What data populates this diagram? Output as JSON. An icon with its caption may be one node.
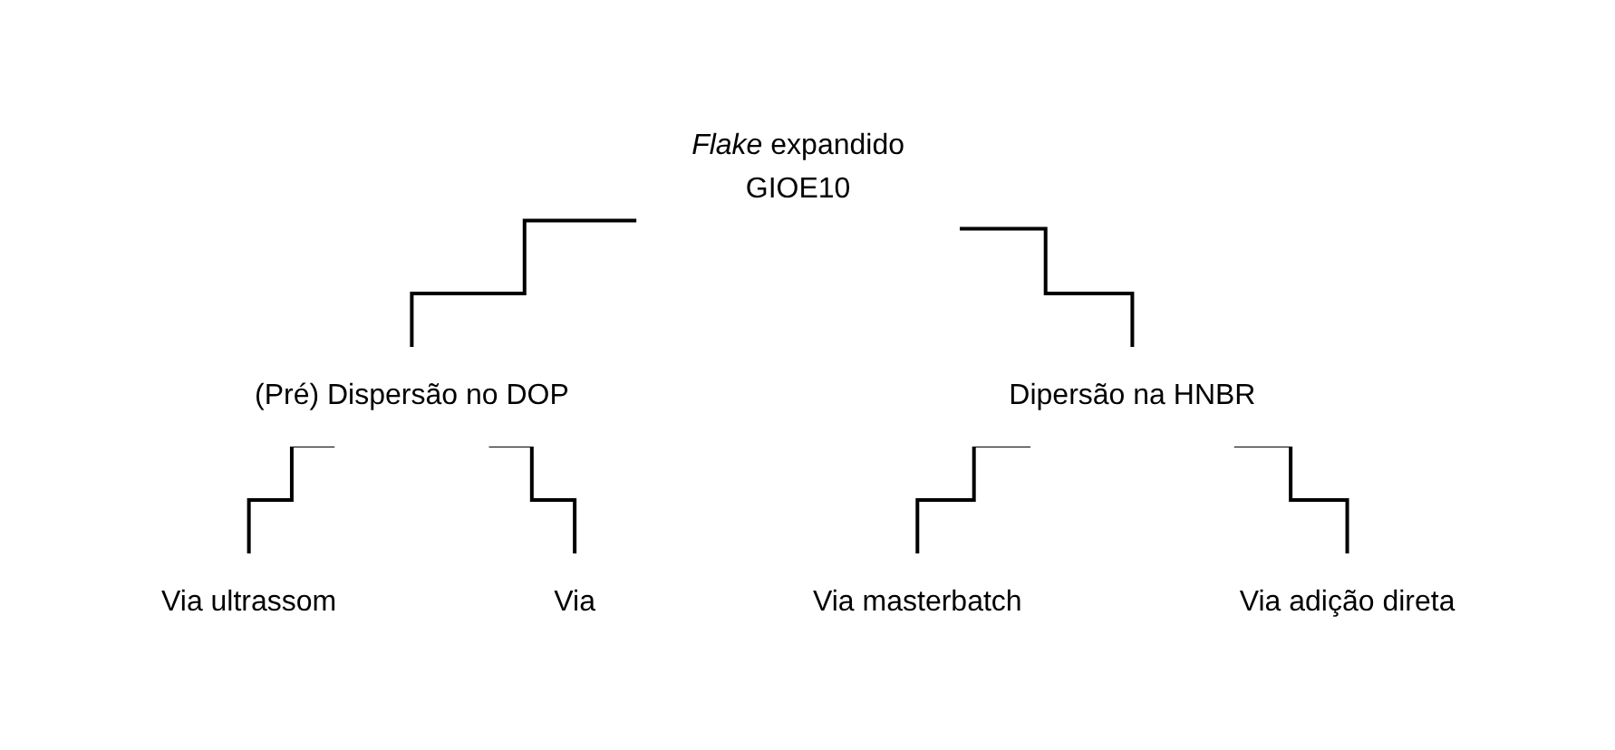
{
  "diagram": {
    "nodes": [
      {
        "text": [
          "*Flake* expandido",
          "GIOE10"
        ]
      },
      {
        "text": [
          "(Pré) Dispersão no DOP"
        ]
      },
      {
        "text": [
          "Dipersão na HNBR"
        ]
      },
      {
        "text": [
          "Via ultrassom"
        ]
      },
      {
        "text": [
          "Via"
        ]
      },
      {
        "text": [
          "Via masterbatch"
        ]
      },
      {
        "text": [
          "Via adição direta"
        ]
      }
    ],
    "edges": [
      {
        "from": 0,
        "to": 1,
        "arrow": "none"
      },
      {
        "from": 0,
        "to": 2,
        "arrow": "none"
      },
      {
        "from": 1,
        "to": 3,
        "arrow": "none"
      },
      {
        "from": 1,
        "to": 4,
        "arrow": "none"
      },
      {
        "from": 2,
        "to": 5,
        "arrow": "none"
      },
      {
        "from": 2,
        "to": 6,
        "arrow": "none"
      }
    ]
  }
}
